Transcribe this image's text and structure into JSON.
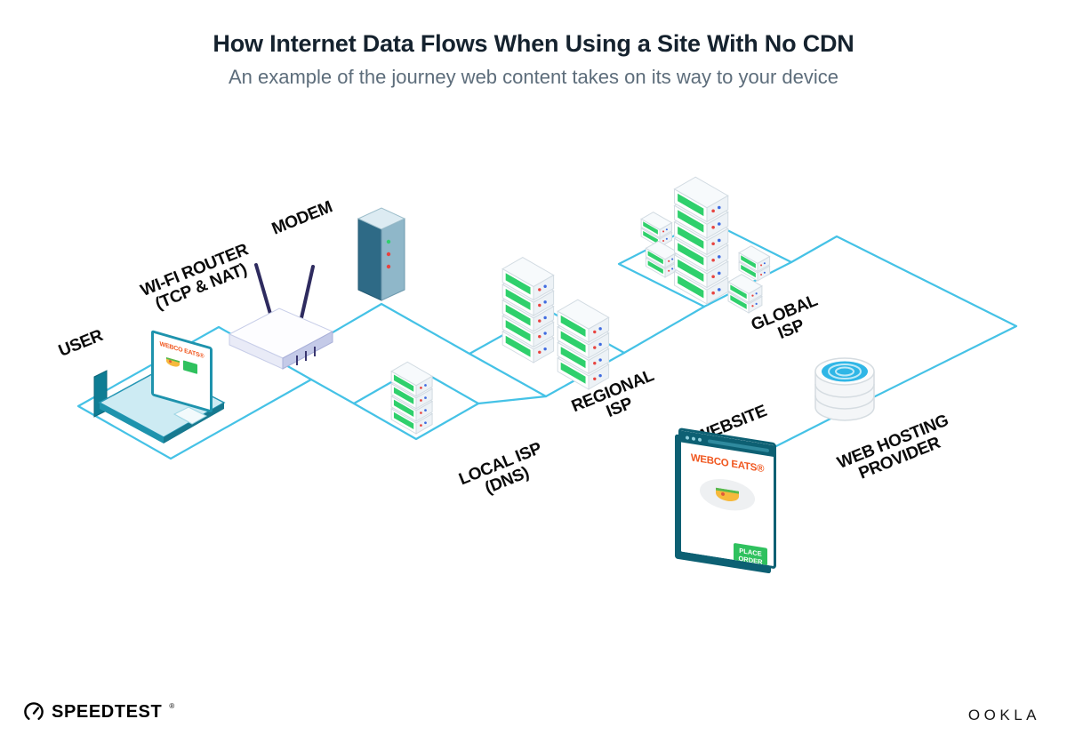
{
  "header": {
    "title": "How Internet Data Flows When Using a Site With No CDN",
    "subtitle": "An example of the journey web content takes on its way to your device"
  },
  "nodes": {
    "user": {
      "label": "USER"
    },
    "wifi_router": {
      "label": "WI-FI ROUTER",
      "sublabel": "(TCP & NAT)"
    },
    "modem": {
      "label": "MODEM"
    },
    "local_isp": {
      "label": "LOCAL ISP",
      "sublabel": "(DNS)"
    },
    "regional_isp": {
      "label": "REGIONAL",
      "sublabel": "ISP"
    },
    "global_isp": {
      "label": "GLOBAL",
      "sublabel": "ISP"
    },
    "website": {
      "label": "WEBSITE"
    },
    "web_hosting": {
      "label": "WEB HOSTING",
      "sublabel": "PROVIDER"
    }
  },
  "laptop_screen": {
    "brand": "WEBCO EATS®"
  },
  "website_window": {
    "brand": "WEBCO EATS®",
    "button": "PLACE ORDER"
  },
  "footer": {
    "speedtest": "SPEEDTEST",
    "speedtest_mark": "®",
    "ookla": "OOKLA"
  },
  "colors": {
    "line": "#45c2e6",
    "green": "#2fd06c",
    "orange": "#f0571f",
    "title": "#15222e"
  }
}
